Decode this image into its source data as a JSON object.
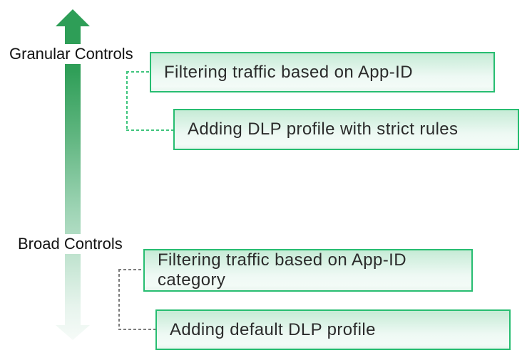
{
  "axis": {
    "top_label": "Granular Controls",
    "bottom_label": "Broad Controls"
  },
  "items": [
    {
      "label": "Filtering traffic based on App-ID",
      "group": "granular"
    },
    {
      "label": "Adding DLP profile with strict rules",
      "group": "granular"
    },
    {
      "label": "Filtering traffic based on App-ID category",
      "group": "broad"
    },
    {
      "label": "Adding default DLP profile",
      "group": "broad"
    }
  ],
  "colors": {
    "arrow_top_green": "#2E9E57",
    "arrow_fade_bottom": "#F6FBF8",
    "box_border_green": "#27BD71",
    "box_fill_top": "#C6EBD6",
    "box_fill_bottom": "#F3FBF7",
    "connector_green": "#3FC57D",
    "connector_gray": "#7C7C7C",
    "label_text": "#121212",
    "box_text": "#2B2B2B",
    "background": "#FFFFFF"
  }
}
